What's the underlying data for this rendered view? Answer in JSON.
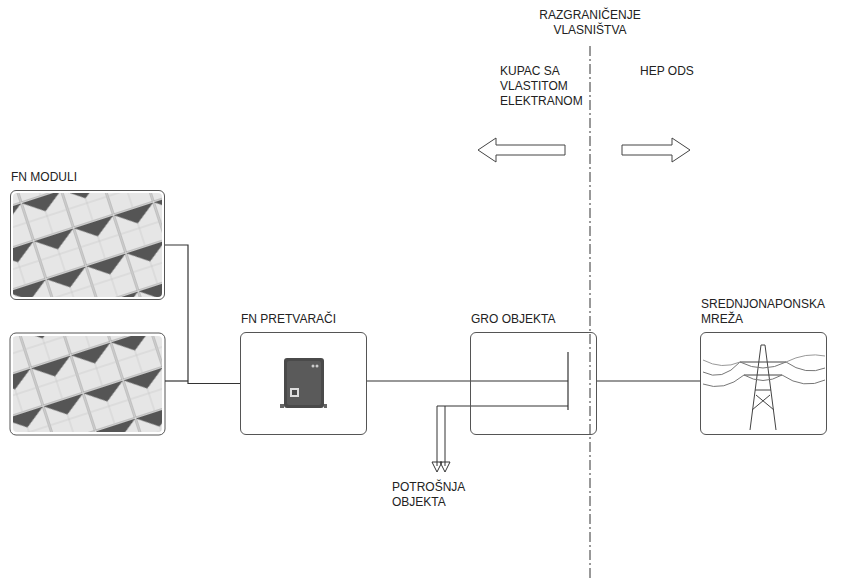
{
  "diagram": {
    "nodes": [
      {
        "text": [
          "FN MODULI"
        ]
      },
      {
        "text": [
          "FN PRETVARAČI"
        ]
      },
      {
        "text": [
          "GRO OBJEKTA"
        ]
      },
      {
        "text": [
          "SREDNJONAPONSKA MREŽA"
        ]
      }
    ],
    "edges": [
      {
        "from": 0,
        "to": 1,
        "arrow": "none"
      },
      {
        "from": 1,
        "to": 2,
        "arrow": "none"
      },
      {
        "from": 2,
        "to": 3,
        "arrow": "none"
      }
    ],
    "labels": [
      "RAZGRANIČENJE VLASNIŠTVA",
      "KUPAC SA VLASTITOM ELEKTRANOM",
      "HEP ODS",
      "POTROŠNJA OBJEKTA"
    ]
  }
}
